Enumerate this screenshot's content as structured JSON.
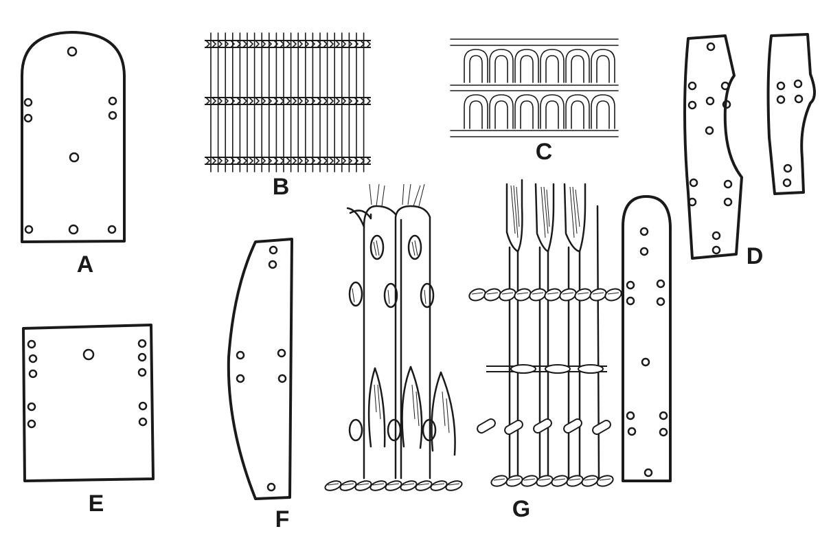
{
  "figure": {
    "panels": [
      {
        "id": "A",
        "label": "A"
      },
      {
        "id": "B",
        "label": "B"
      },
      {
        "id": "C",
        "label": "C"
      },
      {
        "id": "D",
        "label": "D"
      },
      {
        "id": "E",
        "label": "E"
      },
      {
        "id": "F",
        "label": "F"
      },
      {
        "id": "G",
        "label": "G"
      }
    ],
    "ink_color": "#1a1a1a",
    "background_color": "#ffffff"
  }
}
